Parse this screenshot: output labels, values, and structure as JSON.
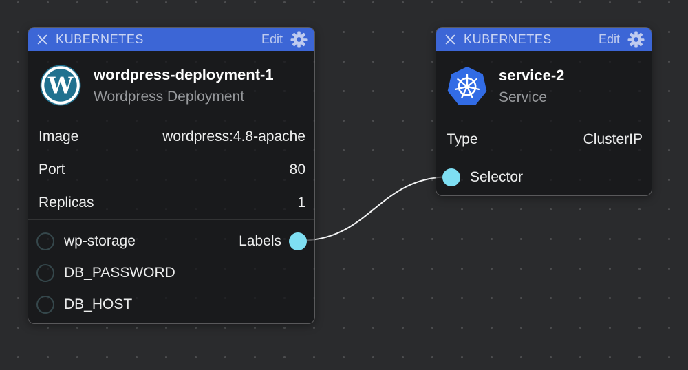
{
  "colors": {
    "canvas_bg": "#2a2b2d",
    "dot": "#4c4d4f",
    "header": "#3c66d6",
    "header_text": "#ccd6f3",
    "cyan_port": "#7edef2",
    "wire": "#f2f3f4",
    "wordpress_brand": "#20718f",
    "kubernetes_brand": "#326ce5"
  },
  "edge": {
    "from_node": "wordpress-deployment-1",
    "from_port": "Labels",
    "to_node": "service-2",
    "to_port": "Selector"
  },
  "left_node": {
    "header": {
      "title": "KUBERNETES",
      "edit": "Edit"
    },
    "name": "wordpress-deployment-1",
    "kind": "Wordpress Deployment",
    "logo": "wordpress-logo",
    "logo_letter": "W",
    "attributes": [
      {
        "label": "Image",
        "value": "wordpress:4.8-apache"
      },
      {
        "label": "Port",
        "value": "80"
      },
      {
        "label": "Replicas",
        "value": "1"
      }
    ],
    "inputs": [
      {
        "label": "wp-storage"
      },
      {
        "label": "DB_PASSWORD"
      },
      {
        "label": "DB_HOST"
      }
    ],
    "output": {
      "label": "Labels"
    }
  },
  "right_node": {
    "header": {
      "title": "KUBERNETES",
      "edit": "Edit"
    },
    "name": "service-2",
    "kind": "Service",
    "logo": "kubernetes-logo",
    "attributes": [
      {
        "label": "Type",
        "value": "ClusterIP"
      }
    ],
    "input": {
      "label": "Selector"
    }
  }
}
